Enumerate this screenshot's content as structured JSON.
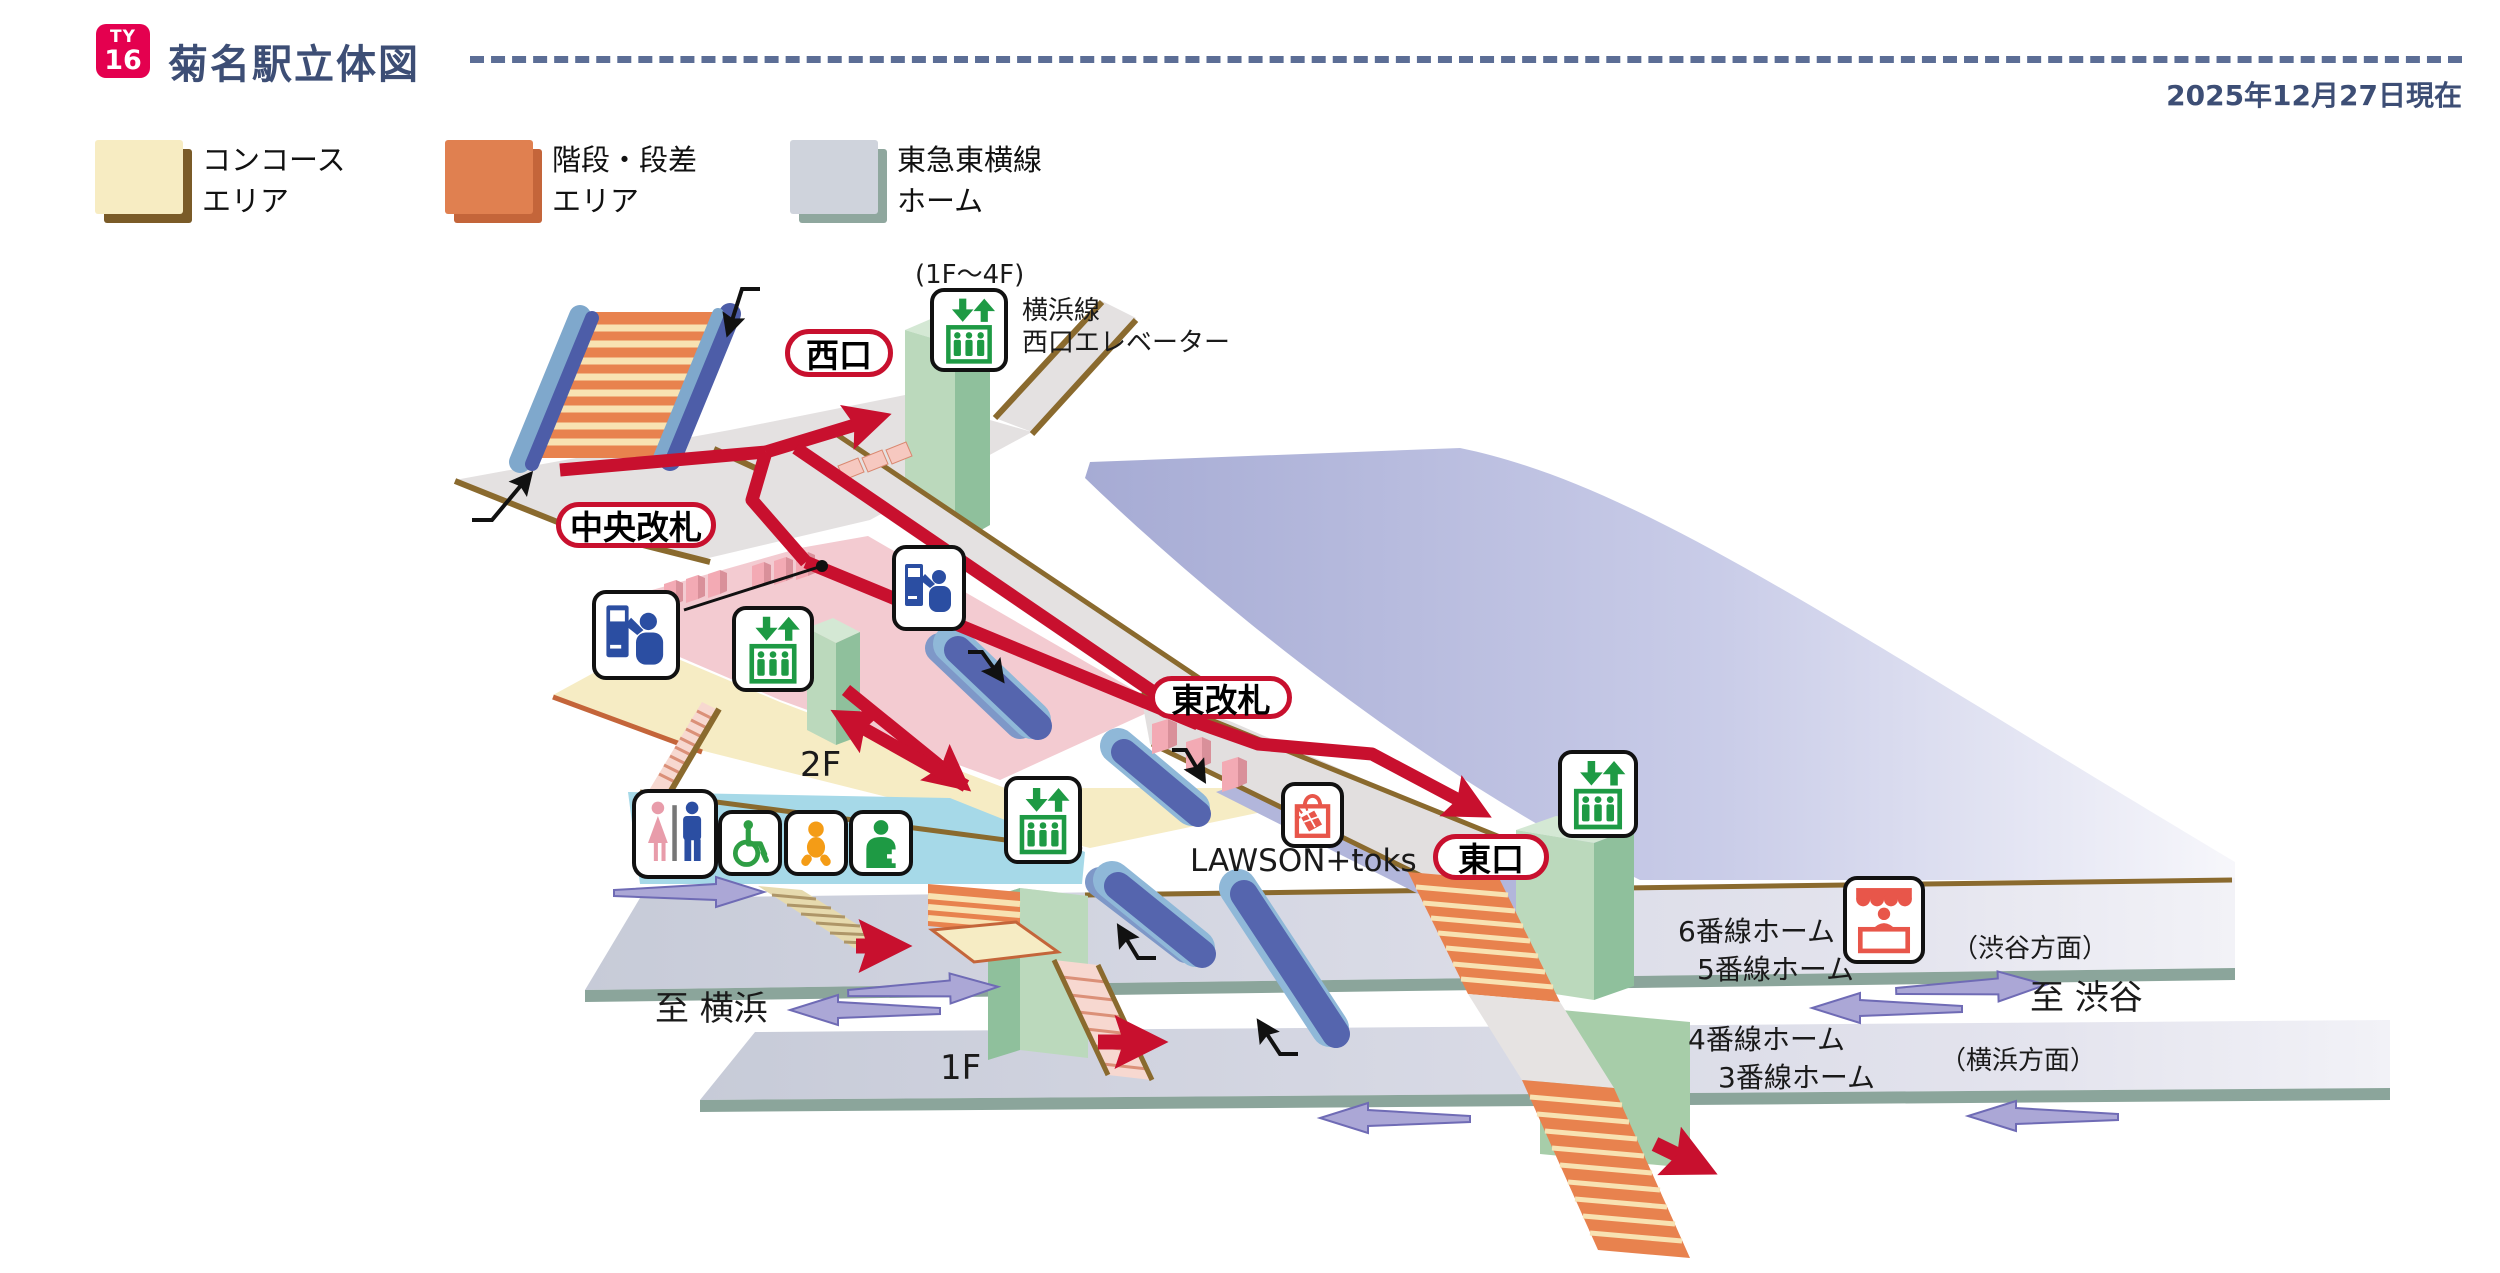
{
  "header": {
    "badge_line": "TY",
    "badge_number": "16",
    "title": "菊名駅立体図",
    "date_note": "2025年12月27日現在"
  },
  "legend": {
    "items": [
      {
        "line1": "コンコース",
        "line2": "エリア",
        "color": "#F7ECC2",
        "edge": "#7A5B28"
      },
      {
        "line1": "階段・段差",
        "line2": "エリア",
        "color": "#E08050",
        "edge": "#C4653A"
      },
      {
        "line1": "東急東横線",
        "line2": "ホーム",
        "color": "#CFD3DC",
        "edge": "#8FA79E"
      }
    ]
  },
  "map": {
    "exits": {
      "west": "西口",
      "east": "東口"
    },
    "gates": {
      "central": "中央改札",
      "east": "東改札"
    },
    "west_elevator": {
      "floors": "(1F～4F)",
      "line1": "横浜線",
      "line2": "西口エレベーター"
    },
    "floors": {
      "f2": "2F",
      "f1": "1F"
    },
    "store": "LAWSON+toks",
    "directions": {
      "to_yokohama": "至 横浜",
      "to_shibuya": "至 渋谷"
    },
    "platforms": {
      "no6": "6番線ホーム",
      "no5": "5番線ホーム",
      "no4": "4番線ホーム",
      "no3": "3番線ホーム",
      "shibuya_side": "（渋谷方面）",
      "yokohama_side": "（横浜方面）"
    }
  },
  "icons": {
    "elevator": "elevator-icon",
    "ticket_machine": "ticket-machine-icon",
    "restroom": "restroom-icon",
    "wheelchair": "wheelchair-accessible-icon",
    "baby_care": "baby-care-icon",
    "nursing_room": "nursing-room-icon",
    "store_bag": "shopping-bag-icon",
    "kiosk": "kiosk-icon"
  },
  "colors": {
    "route_red": "#C8102E",
    "badge_red": "#E4004F",
    "title_blue": "#3D4E75",
    "concourse_cream": "#F6ECC4",
    "stair_orange": "#E8824E",
    "platform_lavender": "#C8CCD8",
    "platform_edge_teal": "#8BA59B",
    "pillar_green": "#BBD9BC",
    "paid_area_pink": "#F3CBD1",
    "escalator_blue": "#4D5DA8",
    "toilet_band_blue": "#A6D9E8",
    "arrow_lavender": "#ABA7D6"
  }
}
